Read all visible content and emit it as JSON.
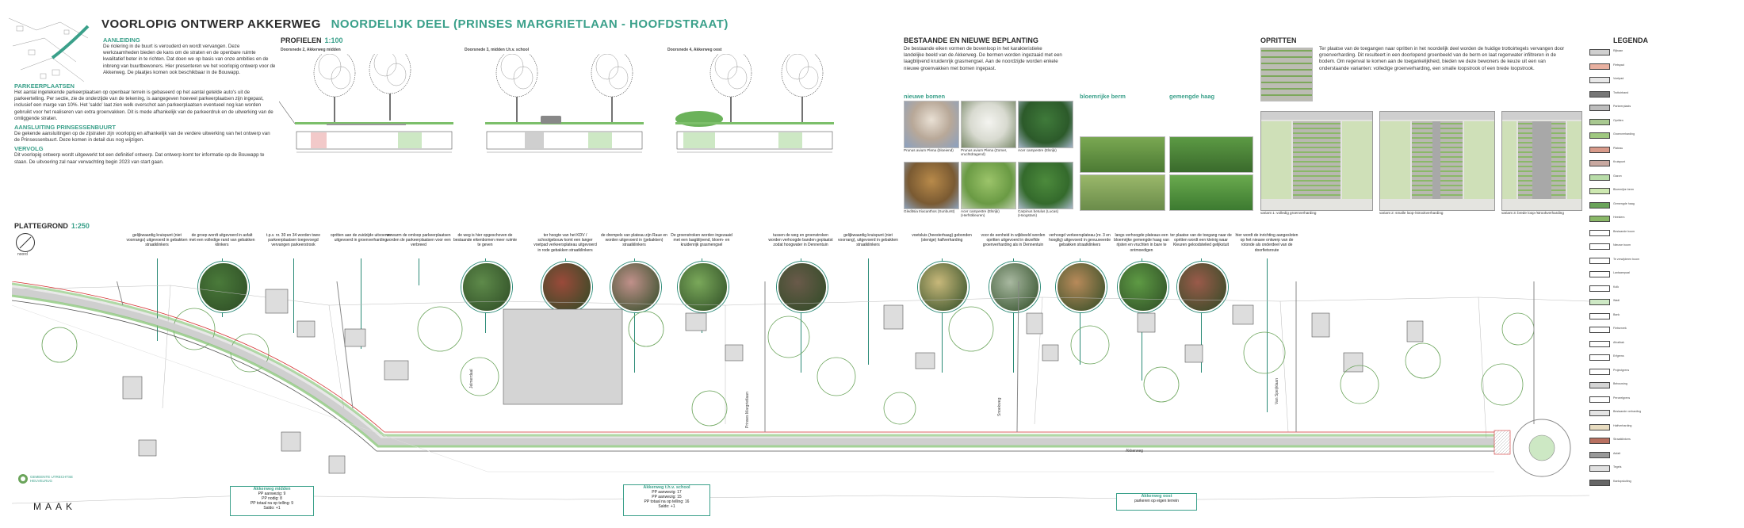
{
  "header": {
    "title_main": "VOORLOPIG ONTWERP AKKERWEG",
    "title_sub": "NOORDELIJK DEEL (PRINSES MARGRIETLAAN - HOOFDSTRAAT)"
  },
  "intro": {
    "aanleiding_title": "AANLEIDING",
    "aanleiding_text": "De riolering in de buurt is verouderd en wordt vervangen. Deze werkzaamheden bieden de kans om de straten en de openbare ruimte kwalitatief beter in te richten. Dat doen we op basis van onze ambities en de inbreng van buurtbewoners. Hier presenteren we het voorlopig ontwerp voor de Akkerweg. De plaatjes komen ook beschikbaar in de Bouwapp.",
    "parkeren_title": "PARKEERPLAATSEN",
    "parkeren_text": "Het aantal ingetekende parkeerplaatsen op openbaar terrein is gebaseerd op het aantal getelde auto's uit de parkeertelling. Per sectie, zie de onderzijde van de tekening, is aangegeven hoeveel parkeerplaatsen zijn ingepast, inclusief een marge van 10%. Het 'saldo' laat zien welk overschot aan parkeerplaatsen eventueel nog kan worden gebruikt voor het realiseren van extra groenvakken. Dit is mede afhankelijk van de parkeerdruk en de uitwerking van de omliggende straten.",
    "aansluiting_title": "AANSLUITING PRINSESSENBUURT",
    "aansluiting_text": "De gekende aansluitingen op de zijstraten zijn voorlopig en afhankelijk van de verdere uitwerking van het ontwerp van de Prinsessenbuurt. Deze komen in detail dus nog wijzigen.",
    "vervolg_title": "VERVOLG",
    "vervolg_text": "Dit voorlopig ontwerp wordt uitgewerkt tot een definitief ontwerp. Dat ontwerp komt ter informatie op de Bouwapp te staan. De uitvoering zal naar verwachting begin 2023 van start gaan."
  },
  "profielen": {
    "title": "PROFIELEN",
    "scale": "1:100",
    "items": [
      {
        "label": "Doorsnede 2, Akkerweg midden"
      },
      {
        "label": "Doorsnede 3, midden t.h.v. school"
      },
      {
        "label": "Doorsnede 4, Akkerweg oost"
      }
    ]
  },
  "beplanting": {
    "title": "BESTAANDE EN NIEUWE BEPLANTING",
    "text": "De bestaande eiken vormen de bovenloop in het karakteristieke landelijke beeld van de Akkerweg. De bermen worden ingezaaid met een laagblijvend kruidenrijk grasmengsel. Aan de noordzijde worden enkele nieuwe groenvakken met bomen ingepast.",
    "nieuwe_bomen": "nieuwe bomen",
    "bloemrijke_berm": "bloemrijke berm",
    "gemengde_haag": "gemengde haag",
    "captions": [
      "Prunus avium Plena (bloeiend)",
      "Prunus avium Plena (Zomer, vruchtdragend)",
      "Acer campestre (Elsrijk)",
      "Gleditsia triacanthos (Sunburst)",
      "Acer campestre (Elsrijk) (Herfstkleuren)",
      "Carpinus betulus (Lucas) (Hoogstam)"
    ]
  },
  "opritten": {
    "title": "OPRITTEN",
    "text": "Ter plaatse van de toegangen naar opritten in het noordelijk deel worden de huidige trottoirtegels vervangen door groenverharding. Dit resulteert in een doorlopend groenbeeld van de berm en laat regenwater infiltreren in de bodem. Om regenval te komen aan de toegankelijkheid, bieden we deze bewoners de keuze uit een van onderstaande varianten: volledige groenverharding, een smalle loopstrook of een brede loopstrook.",
    "variants": [
      "variant 1: volledig groenverharding",
      "variant 2: smalle loop-/strookverharding",
      "variant 3: brede loop-/strookverharding"
    ]
  },
  "plattegrond": {
    "title": "PLATTEGROND",
    "scale": "1:250",
    "north": "noord"
  },
  "annotations": [
    "gelijkwaardig kruispunt (niet voorrangs) uitgevoerd in gebakken straatklinkers",
    "de groep wordt uitgevoerd in asfalt met een volledige rand van gebakken klinkers",
    "t.p.v. nr. 30 en 34 worden twee parkeerplaatsen toegevoegd vervangen parkeerstrook",
    "opritten aan de zuidzijde uitvoeren uitgevoerd in groenverharding",
    "verwarm de omloop parkeerplaatsen worden de parkeerplaatsen voor een verbreed",
    "de weg is hier opgeschoven de bestaande eikenbomen meer ruimte te geven",
    "ter hoogte van het KDV / schoolgebouw komt een langer voetpad verkeersplateau uitgevoerd in rode gebakken straatklinkers",
    "de drempels van plateau zijn Raue en worden uitgevoerd in (gebakken) straatklinkers",
    "De groenstroken worden ingezaaid met een laagblijvend, bloem- en kruidenrijk grasmengsel",
    "tussen de weg en groenstroken worden verhoogde banden geplaatst zodat hoogwater in Dennentuin",
    "gelijkwaardig kruispunt (niet voorrang), uitgevoerd in gebakken straatklinkers",
    "voetsluis (heesterhaag) gebonden (stenige) halfverharding",
    "voor de eenheid in wijkbeeld worden opritten uitgevoerd in dezelfde groenverharding als in Dennentuin",
    "verhoogd verkeersplateau (nr. 3 en hooglig) uitgevoerd in gevuuveerde gebakken straatklinkers",
    "langs verhoogde plateaus een bloemrijke gemengde haag van rijsten en vruchten in bare te ontmoedigen",
    "ter plaatse van de toegang naar de opritten wordt een kleinig waar Kleuren geloodstelied gelijkstuit",
    "hier wordt de inrichting aangesloten op het nieuwe ontwerp van de rotonde als onderdeel van de doorfietsroute"
  ],
  "boxes": [
    {
      "title": "Akkerweg midden",
      "lines": [
        "PP aanwezig: 9",
        "PP nodig: 8",
        "PP totaal na op telling: 9",
        "Saldo: +1"
      ]
    },
    {
      "title": "Akkerweg t.h.v. school",
      "lines": [
        "PP aanwezig: 17",
        "PP aanwezig: 15",
        "PP totaal na op telling: 16",
        "Saldo: +1"
      ]
    },
    {
      "title": "Akkerweg oost",
      "lines": [
        "parkeren op eigen terrein"
      ]
    }
  ],
  "street_labels": [
    "Jelmerdaal",
    "Prinses Margrietlaan",
    "Snoekweg",
    "Akkerweg",
    "Van Speijklaan"
  ],
  "legenda": {
    "title": "LEGENDA",
    "items": [
      "Rijbaan",
      "Fietspad",
      "Voetpad",
      "Trottoirband",
      "Parkeerplaats",
      "Opritten",
      "Groenverharding",
      "Plateau",
      "Kruispunt",
      "Gazon",
      "Bloemrijke berm",
      "Gemengde haag",
      "Heesters",
      "Bestaande boom",
      "Nieuwe boom",
      "Te verwijderen boom",
      "Lantaarnpaal",
      "Kolk",
      "Wadi",
      "Bank",
      "Fietsenrek",
      "Afvalbak",
      "Erfgrens",
      "Projectgrens",
      "Bebouwing",
      "Perceelgrens",
      "Bestaande verharding",
      "Halfverharding",
      "Straatklinkers",
      "Asfalt",
      "Tegels",
      "Kantopsluiting"
    ]
  },
  "logos": {
    "gemeente": "GEMEENTE UTRECHTSE HEUVELRUG",
    "maak": "MAAK"
  },
  "colors": {
    "accent": "#3aa08a",
    "green": "#7cbf6a",
    "road": "#cfcfcf",
    "redline": "#d43030"
  }
}
